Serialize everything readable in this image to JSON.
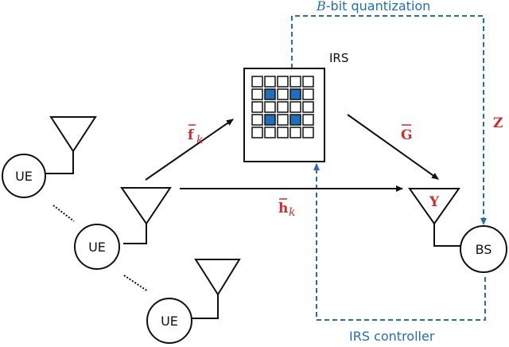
{
  "labels": {
    "quantization_var": "B",
    "quantization_text": "-bit quantization",
    "irs_controller": "IRS controller",
    "irs": "IRS",
    "f_main": "f",
    "f_sub": "k",
    "h_main": "h",
    "h_sub": "k",
    "g": "G",
    "z": "Z",
    "y": "Y"
  },
  "nodes": {
    "ue1": "UE",
    "ue2": "UE",
    "ue3": "UE",
    "bs": "BS"
  },
  "colors": {
    "line": "#111111",
    "dashed": "#1f6fbf",
    "element_active": "#1f6fbf",
    "label_red": "#d62a2a"
  },
  "irs_grid": {
    "rows": 5,
    "cols": 5,
    "active": [
      [
        1,
        1
      ],
      [
        1,
        3
      ],
      [
        3,
        1
      ],
      [
        3,
        3
      ]
    ]
  }
}
